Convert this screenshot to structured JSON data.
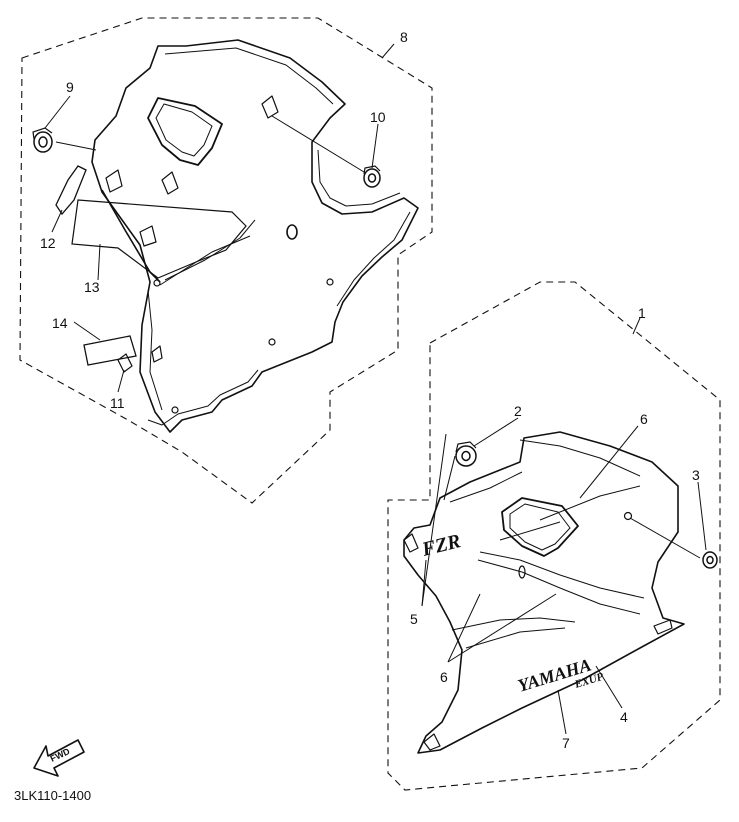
{
  "diagram": {
    "drawing_code": "3LK110-1400",
    "fwd_arrow_label": "FWD",
    "logo_fzr": "FZR",
    "logo_yamaha": "YAMAHA",
    "logo_exup": "EXUP",
    "callouts": {
      "c1": "1",
      "c2": "2",
      "c3": "3",
      "c4": "4",
      "c5": "5",
      "c6a": "6",
      "c6b": "6",
      "c7": "7",
      "c8": "8",
      "c9": "9",
      "c10": "10",
      "c11": "11",
      "c12": "12",
      "c13": "13",
      "c14": "14"
    }
  }
}
